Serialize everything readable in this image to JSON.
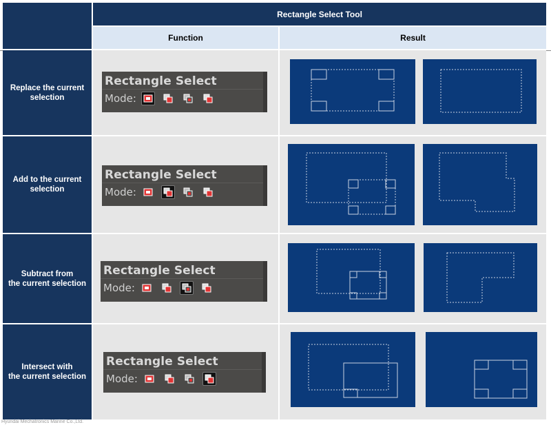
{
  "table": {
    "title": "Rectangle Select Tool",
    "function_header": "Function",
    "result_header": "Result"
  },
  "rows": [
    {
      "label": "Replace the current\nselection",
      "active_mode": 0
    },
    {
      "label": "Add to the current\nselection",
      "active_mode": 1
    },
    {
      "label": "Subtract from\nthe current selection",
      "active_mode": 2
    },
    {
      "label": "Intersect with\nthe current selection",
      "active_mode": 3
    }
  ],
  "panel": {
    "title": "Rectangle Select",
    "mode_label": "Mode:"
  },
  "mode_icons": [
    "replace-mode-icon",
    "add-mode-icon",
    "subtract-mode-icon",
    "intersect-mode-icon"
  ],
  "colors": {
    "navy": "#17355e",
    "header_light": "#dbe6f3",
    "cell_gray": "#e6e6e6",
    "result_blue": "#0b3a7a",
    "panel_dark": "#4b4a48",
    "mode_red": "#e23434"
  },
  "footer": "Hyundai Mechatronics Marine Co.,Ltd."
}
